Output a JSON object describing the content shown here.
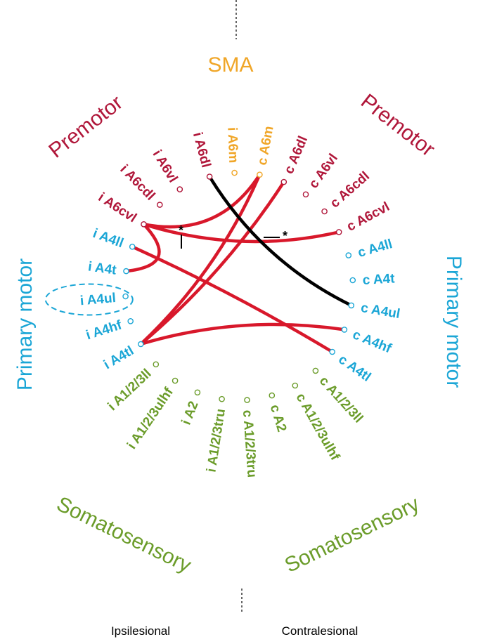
{
  "colors": {
    "premotor": "#b0173a",
    "sma": "#f0a628",
    "motor": "#1ba6d6",
    "somatosensory": "#6b9c2a",
    "connection": "#d8182b",
    "highlight": "#000000"
  },
  "groups": {
    "sma": "SMA",
    "premotor_left": "Premotor",
    "premotor_right": "Premotor",
    "motor_left": "Primary motor",
    "motor_right": "Primary motor",
    "somato_left": "Somatosensory",
    "somato_right": "Somatosensory"
  },
  "sides": {
    "left": "Ipsilesional",
    "right": "Contralesional"
  },
  "nodes": [
    {
      "id": "iA6dl",
      "label": "i A6dl",
      "group": "premotor"
    },
    {
      "id": "iA6m",
      "label": "i A6m",
      "group": "sma"
    },
    {
      "id": "cA6m",
      "label": "c A6m",
      "group": "sma"
    },
    {
      "id": "cA6dl",
      "label": "c A6dl",
      "group": "premotor"
    },
    {
      "id": "cA6vl",
      "label": "c A6vl",
      "group": "premotor"
    },
    {
      "id": "cA6cdl",
      "label": "c A6cdl",
      "group": "premotor"
    },
    {
      "id": "cA6cvl",
      "label": "c A6cvl",
      "group": "premotor"
    },
    {
      "id": "cA4ll",
      "label": "c A4ll",
      "group": "motor"
    },
    {
      "id": "cA4t",
      "label": "c A4t",
      "group": "motor"
    },
    {
      "id": "cA4ul",
      "label": "c A4ul",
      "group": "motor"
    },
    {
      "id": "cA4hf",
      "label": "c A4hf",
      "group": "motor"
    },
    {
      "id": "cA4tl",
      "label": "c A4tl",
      "group": "motor"
    },
    {
      "id": "cA123ll",
      "label": "c A1/2/3ll",
      "group": "somatosensory"
    },
    {
      "id": "cA123ulhf",
      "label": "c A1/2/3ulhf",
      "group": "somatosensory"
    },
    {
      "id": "cA2",
      "label": "c A2",
      "group": "somatosensory"
    },
    {
      "id": "cA123tru",
      "label": "c A1/2/3tru",
      "group": "somatosensory"
    },
    {
      "id": "iA123tru",
      "label": "i A1/2/3tru",
      "group": "somatosensory"
    },
    {
      "id": "iA2",
      "label": "i A2",
      "group": "somatosensory"
    },
    {
      "id": "iA123ulhf",
      "label": "i A1/2/3ulhf",
      "group": "somatosensory"
    },
    {
      "id": "iA123ll",
      "label": "i A1/2/3ll",
      "group": "somatosensory"
    },
    {
      "id": "iA4tl",
      "label": "i A4tl",
      "group": "motor"
    },
    {
      "id": "iA4hf",
      "label": "i A4hf",
      "group": "motor"
    },
    {
      "id": "iA4ul",
      "label": "i A4ul",
      "group": "motor"
    },
    {
      "id": "iA4t",
      "label": "i A4t",
      "group": "motor"
    },
    {
      "id": "iA4ll",
      "label": "i A4ll",
      "group": "motor"
    },
    {
      "id": "iA6cvl",
      "label": "i A6cvl",
      "group": "premotor"
    },
    {
      "id": "iA6cdl",
      "label": "i A6cdl",
      "group": "premotor"
    },
    {
      "id": "iA6vl",
      "label": "i A6vl",
      "group": "premotor"
    }
  ],
  "connections": [
    {
      "from": "iA6cvl",
      "to": "cA6m",
      "color": "connection"
    },
    {
      "from": "iA6cvl",
      "to": "cA6cvl",
      "color": "connection"
    },
    {
      "from": "iA6cvl",
      "to": "iA4t",
      "color": "connection"
    },
    {
      "from": "iA4ll",
      "to": "cA4tl",
      "color": "connection"
    },
    {
      "from": "iA4tl",
      "to": "cA6m",
      "color": "connection"
    },
    {
      "from": "iA4tl",
      "to": "cA6dl",
      "color": "connection"
    },
    {
      "from": "iA4tl",
      "to": "cA4hf",
      "color": "connection"
    },
    {
      "from": "iA6dl",
      "to": "cA4ul",
      "color": "highlight"
    }
  ],
  "highlighted_node": "iA4ul",
  "markers": [
    "*",
    "*"
  ]
}
